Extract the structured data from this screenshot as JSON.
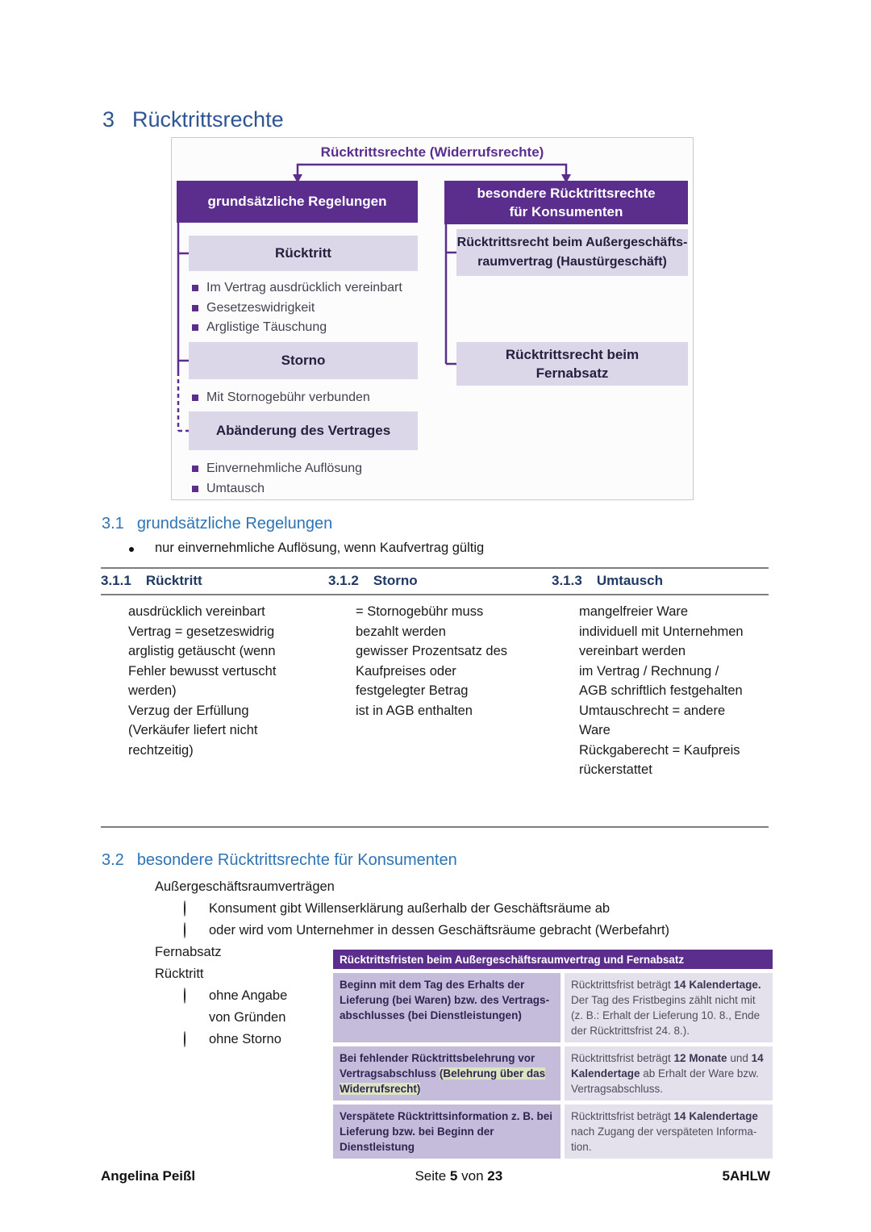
{
  "colors": {
    "accent_purple": "#5B2E8E",
    "box_light_purple": "#DCD7E8",
    "heading_blue": "#2F5496",
    "subheading_blue": "#2E74B5",
    "column_header_navy": "#1F3864",
    "cell_left_lavender": "#C5BBDB",
    "cell_right_light": "#E4E1EC",
    "highlight_green": "#DCE5C2"
  },
  "heading": {
    "number": "3",
    "title": "Rücktrittsrechte"
  },
  "diagram": {
    "title": "Rücktrittsrechte (Widerrufsrechte)",
    "left": {
      "header": "grundsätzliche Regelungen",
      "box1": "Rücktritt",
      "box1_bullets": [
        "Im Vertrag ausdrücklich vereinbart",
        "Gesetzeswidrigkeit",
        "Arglistige Täuschung"
      ],
      "box2": "Storno",
      "box2_bullets": [
        "Mit Stornogebühr verbunden"
      ],
      "box3": "Abänderung des Vertrages",
      "box3_bullets": [
        "Einvernehmliche Auflösung",
        "Umtausch"
      ]
    },
    "right": {
      "header_line1": "besondere Rücktrittsrechte",
      "header_line2": "für Konsumenten",
      "box1_line1": "Rücktrittsrecht beim Außergeschäfts-",
      "box1_line2": "raumvertrag (Haustürgeschäft)",
      "box2_line1": "Rücktrittsrecht beim",
      "box2_line2": "Fernabsatz"
    }
  },
  "section31": {
    "number": "3.1",
    "title": "grundsätzliche Regelungen",
    "intro_bullet": "nur einvernehmliche Auflösung, wenn Kaufvertrag gültig",
    "columns": [
      {
        "number": "3.1.1",
        "title": "Rücktritt",
        "bullets": [
          "ausdrücklich vereinbart",
          "Vertrag = gesetzeswidrig",
          "arglistig getäuscht (wenn Fehler bewusst vertuscht werden)",
          "Verzug der Erfüllung (Verkäufer liefert nicht rechtzeitig)"
        ]
      },
      {
        "number": "3.1.2",
        "title": "Storno",
        "bullets": [
          "= Stornogebühr muss bezahlt werden",
          "gewisser Prozentsatz des Kaufpreises oder festgelegter Betrag",
          "ist in AGB enthalten"
        ]
      },
      {
        "number": "3.1.3",
        "title": "Umtausch",
        "bullets": [
          "mangelfreier Ware",
          "individuell mit Unternehmen vereinbart werden",
          "im Vertrag / Rechnung / AGB schriftlich festgehalten",
          "Umtauschrecht = andere Ware",
          "Rückgaberecht = Kaufpreis rückerstattet"
        ]
      }
    ]
  },
  "section32": {
    "number": "3.2",
    "title": "besondere Rücktrittsrechte für Konsumenten",
    "bullets": [
      "Außergeschäftsraumverträgen",
      "Konsument gibt Willenserklärung außerhalb der Geschäftsräume ab",
      "oder wird vom Unternehmer in dessen Geschäftsräume gebracht (Werbefahrt)",
      "Fernabsatz",
      "Rücktritt",
      "ohne Angabe von Gründen",
      "ohne Storno"
    ]
  },
  "frist_table": {
    "header": "Rücktrittsfristen beim Außergeschäftsraumvertrag und Fernabsatz",
    "rows": [
      {
        "left": "Beginn mit dem Tag des Erhalts der Lieferung (bei Waren) bzw. des Vertrags­abschlusses (bei Dienstleistungen)",
        "right_parts": [
          "Rücktrittsfrist beträgt ",
          "14 Kalendertage.",
          " Der Tag des Fristbegins zählt nicht mit (z. B.: Erhalt der Lieferung 10. 8., Ende der Rücktrittsfrist 24. 8.)."
        ]
      },
      {
        "left": "Bei fehlender Rücktrittsbelehrung vor Vertragsabschluss ",
        "left_highlight": "(Belehrung über das Widerrufsrecht)",
        "right_parts": [
          "Rücktrittsfrist beträgt ",
          "12 Monate",
          " und ",
          "14 Kalendertage",
          " ab Erhalt der Ware bzw. Vertragsabschluss."
        ]
      },
      {
        "left": "Verspätete Rücktrittsinformation z. B. bei Lieferung bzw. bei Beginn der Dienstleistung",
        "right_parts": [
          "Rücktrittsfrist beträgt ",
          "14 Kalendertage",
          " nach Zugang der verspäteten Informa­tion."
        ]
      }
    ]
  },
  "footer": {
    "author": "Angelina Peißl",
    "page_word": "Seite",
    "page_number": "5",
    "of_word": "von",
    "page_total": "23",
    "class_code": "5AHLW"
  }
}
